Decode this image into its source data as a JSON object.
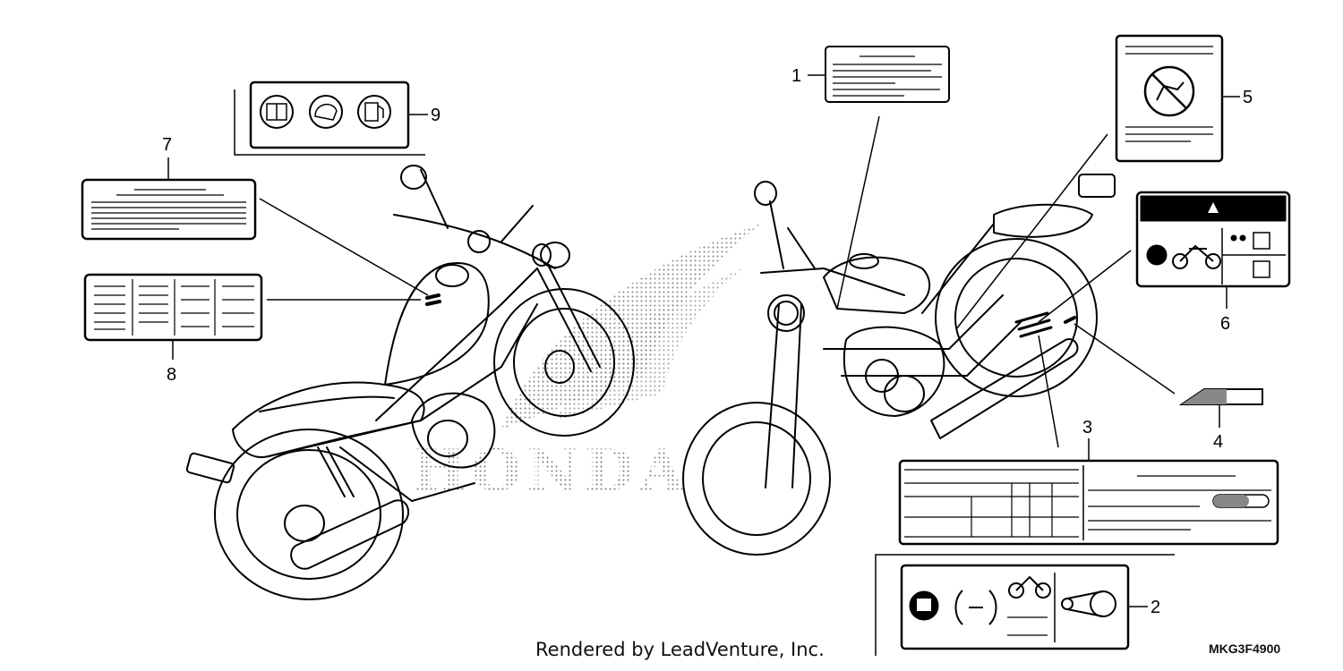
{
  "callouts": {
    "c1": "1",
    "c2": "2",
    "c3": "3",
    "c4": "4",
    "c5": "5",
    "c6": "6",
    "c7": "7",
    "c8": "8",
    "c9": "9"
  },
  "watermark": "HONDA",
  "footer": {
    "rendered_by": "Rendered by LeadVenture, Inc.",
    "part_code": "MKG3F4900"
  },
  "icons": [
    "manual-icon",
    "helmet-icon",
    "fuel-icon",
    "no-ride-icon",
    "warning-icon",
    "motorcycle-icon",
    "tire-icon",
    "chain-icon"
  ]
}
